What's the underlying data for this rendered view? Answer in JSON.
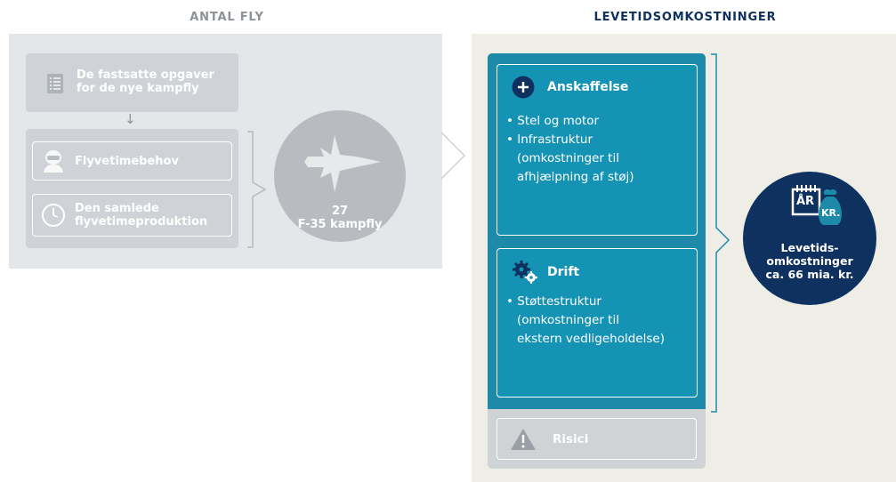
{
  "headings": {
    "left": "ANTAL FLY",
    "right": "LEVETIDSOMKOSTNINGER"
  },
  "colors": {
    "left_heading": "#8c9297",
    "right_heading": "#0f3160",
    "teal": "#1c8aa8",
    "navy": "#0f3160",
    "gray": "#cfd2d6"
  },
  "antal_fly": {
    "task_box": {
      "text": "De fastsatte opgaver for de nye kampfly",
      "icon": "document-list-icon"
    },
    "arrow": "↓",
    "inputs": [
      {
        "label": "Flyvetimebehov",
        "icon": "pilot-icon"
      },
      {
        "label": "Den samlede flyvetimeproduktion",
        "icon": "clock-icon"
      }
    ],
    "result": {
      "count": "27",
      "label": "F-35 kampfly",
      "icon": "fighter-jet-icon"
    }
  },
  "levetid": {
    "boxes": [
      {
        "title": "Anskaffelse",
        "icon": "plus-icon",
        "bullets": [
          {
            "text": "Stel og motor",
            "sub": []
          },
          {
            "text": "Infrastruktur",
            "sub": [
              "(omkostninger til",
              "afhjælpning af støj)"
            ]
          }
        ]
      },
      {
        "title": "Drift",
        "icon": "gears-icon",
        "bullets": [
          {
            "text": "Støttestruktur",
            "sub": [
              "(omkostninger til",
              "ekstern vedligeholdelse)"
            ]
          }
        ]
      }
    ],
    "risk": {
      "label": "Risici",
      "icon": "warning-icon"
    },
    "total": {
      "icon_text_year": "ÅR",
      "icon_text_currency": "KR.",
      "line1": "Levetids-",
      "line2": "omkostninger",
      "line3": "ca. 66 mia. kr."
    }
  }
}
